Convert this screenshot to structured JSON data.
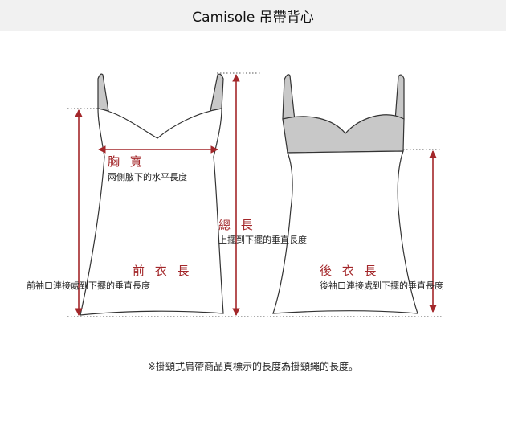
{
  "header": {
    "title": "Camisole 吊帶背心"
  },
  "labels": {
    "chest": {
      "name": "胸 寬",
      "desc": "兩側腋下的水平長度"
    },
    "total_length": {
      "name": "總 長",
      "desc": "上擺到下擺的垂直長度"
    },
    "front_length": {
      "name": "前 衣 長",
      "desc": "前袖口連接處到下擺的垂直長度"
    },
    "back_length": {
      "name": "後 衣 長",
      "desc": "後袖口連接處到下擺的垂直長度"
    }
  },
  "footnote": "※掛頸式肩帶商品頁標示的長度為掛頸繩的長度。",
  "colors": {
    "accent": "#a3272a",
    "lining": "#c8c8c8",
    "outline": "#333333"
  }
}
